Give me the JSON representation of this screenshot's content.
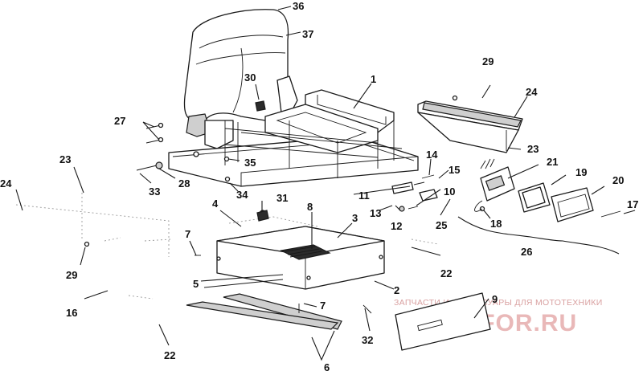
{
  "callouts": [
    "1",
    "2",
    "3",
    "4",
    "5",
    "6",
    "7",
    "7",
    "8",
    "9",
    "10",
    "11",
    "12",
    "13",
    "14",
    "15",
    "16",
    "17",
    "18",
    "19",
    "20",
    "21",
    "22",
    "22",
    "23",
    "23",
    "24",
    "24",
    "25",
    "26",
    "27",
    "28",
    "29",
    "29",
    "30",
    "31",
    "32",
    "33",
    "34",
    "35",
    "36",
    "37"
  ],
  "watermark": {
    "tagline": "ЗАПЧАСТИ И АКСЕССУАРЫ ДЛЯ МОТОТЕХНИКИ",
    "brand": "TAKTAFOR.RU",
    "color": "#e9b8b8"
  }
}
